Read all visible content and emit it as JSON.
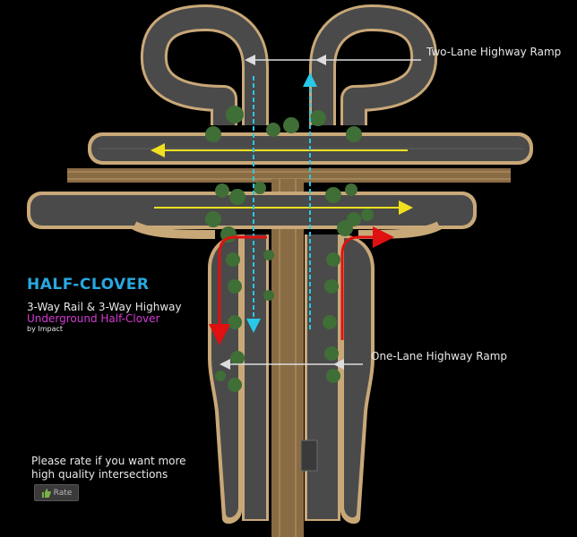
{
  "labels": {
    "two_lane": "Two-Lane Highway Ramp",
    "one_lane": "One-Lane Highway Ramp"
  },
  "info": {
    "title": "HALF-CLOVER",
    "subtitle_line1": "3-Way Rail & 3-Way Highway",
    "subtitle_line2": "Underground Half-Clover",
    "author": "by Impact"
  },
  "rate": {
    "prompt": "Please rate if you want more high quality intersections",
    "button_label": "Rate",
    "button_icon": "thumbs-up-icon"
  },
  "colors": {
    "title": "#29a8e0",
    "subtitle_highlight": "#d63ad6",
    "arrow_yellow": "#f0e020",
    "arrow_cyan": "#28c8e8",
    "arrow_red": "#e01010",
    "road": "#4a4a4a",
    "curb": "#c9a878"
  }
}
